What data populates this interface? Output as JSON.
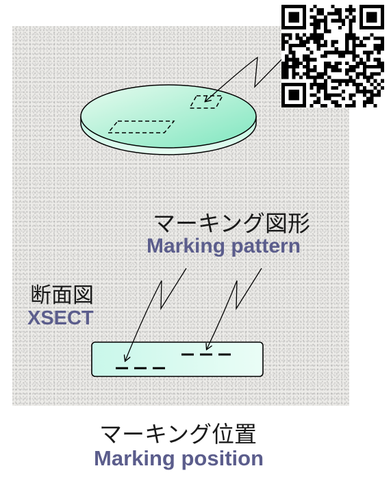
{
  "labels": {
    "pattern_jp": "マーキング図形",
    "pattern_en": "Marking pattern",
    "xsect_jp": "断面図",
    "xsect_en": "XSECT",
    "position_jp": "マーキング位置",
    "position_en": "Marking position"
  },
  "colors": {
    "wafer_fill_light": "#e6fbee",
    "wafer_fill_dark": "#8ae9c6",
    "label_en": "#5b5d8c",
    "outline": "#000000"
  },
  "icons": [
    "qr-code-icon"
  ]
}
